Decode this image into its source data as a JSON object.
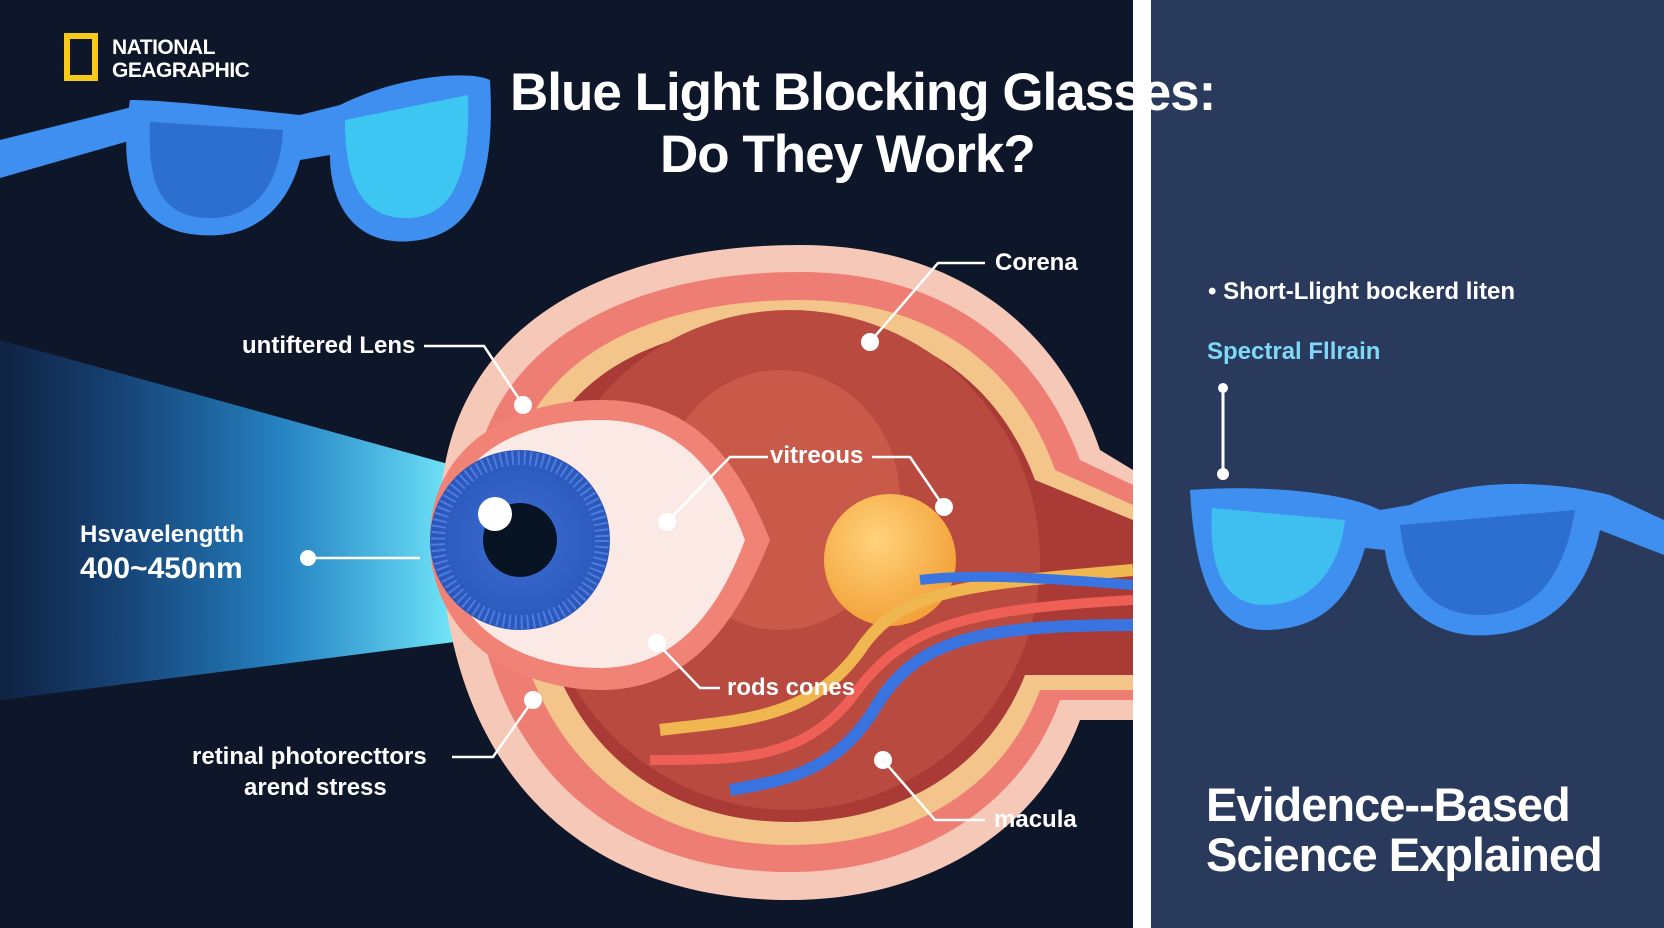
{
  "brand": {
    "name": "NATIONAL\nGEAGRAPHIC",
    "color": "#f6c91a"
  },
  "title": {
    "line1": "Blue Light Blocking Glasses:",
    "line2": "Do They Work?"
  },
  "labels": {
    "corena": "Corena",
    "lens": "untiftered Lens",
    "vitreous": "vitreous",
    "wavelength_name": "Hsvavelengtth",
    "wavelength_value": "400~450nm",
    "rods": "rods cones",
    "retinal_line1": "retinal photorecttors",
    "retinal_line2": "arend stress",
    "macula": "macula"
  },
  "right": {
    "bullet": "• Short-Llight bockerd liten",
    "spectral": "Spectral Fllrain",
    "headline": "Evidence--Based\nScience Explained"
  },
  "colors": {
    "accent_blue": "#3f8ff0",
    "light_cyan": "#7fd8f5",
    "panel_dark": "#0e1629",
    "panel_right": "#2a3a5c"
  },
  "icons": [
    "blue-glasses-icon",
    "eye-anatomy-illustration",
    "blue-light-beam"
  ]
}
